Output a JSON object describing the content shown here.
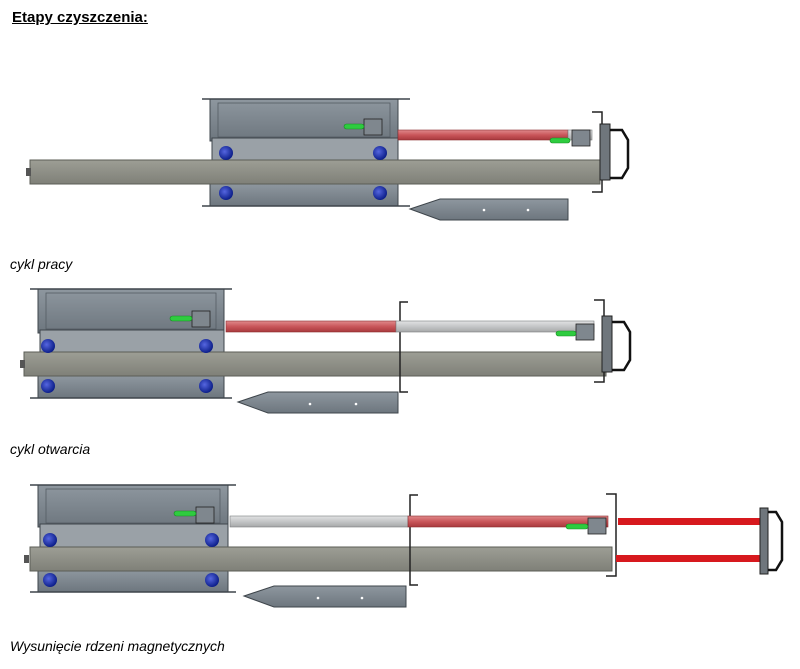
{
  "title": "Etapy czyszczenia:",
  "stages": [
    {
      "caption": "cykl pracy"
    },
    {
      "caption": "cykl otwarcia"
    },
    {
      "caption": "Wysunięcie rdzeni magnetycznych"
    }
  ],
  "colors": {
    "housing": "#7c858d",
    "housing_dark": "#4f575e",
    "rail": "#8d8e85",
    "rail_edge": "#5b5d56",
    "rod_red": "#c9565a",
    "rod_bright_red": "#d7191e",
    "rod_grey": "#c9cbcc",
    "wheel": "#1a2fa6",
    "handle_green": "#2ecc3f"
  }
}
